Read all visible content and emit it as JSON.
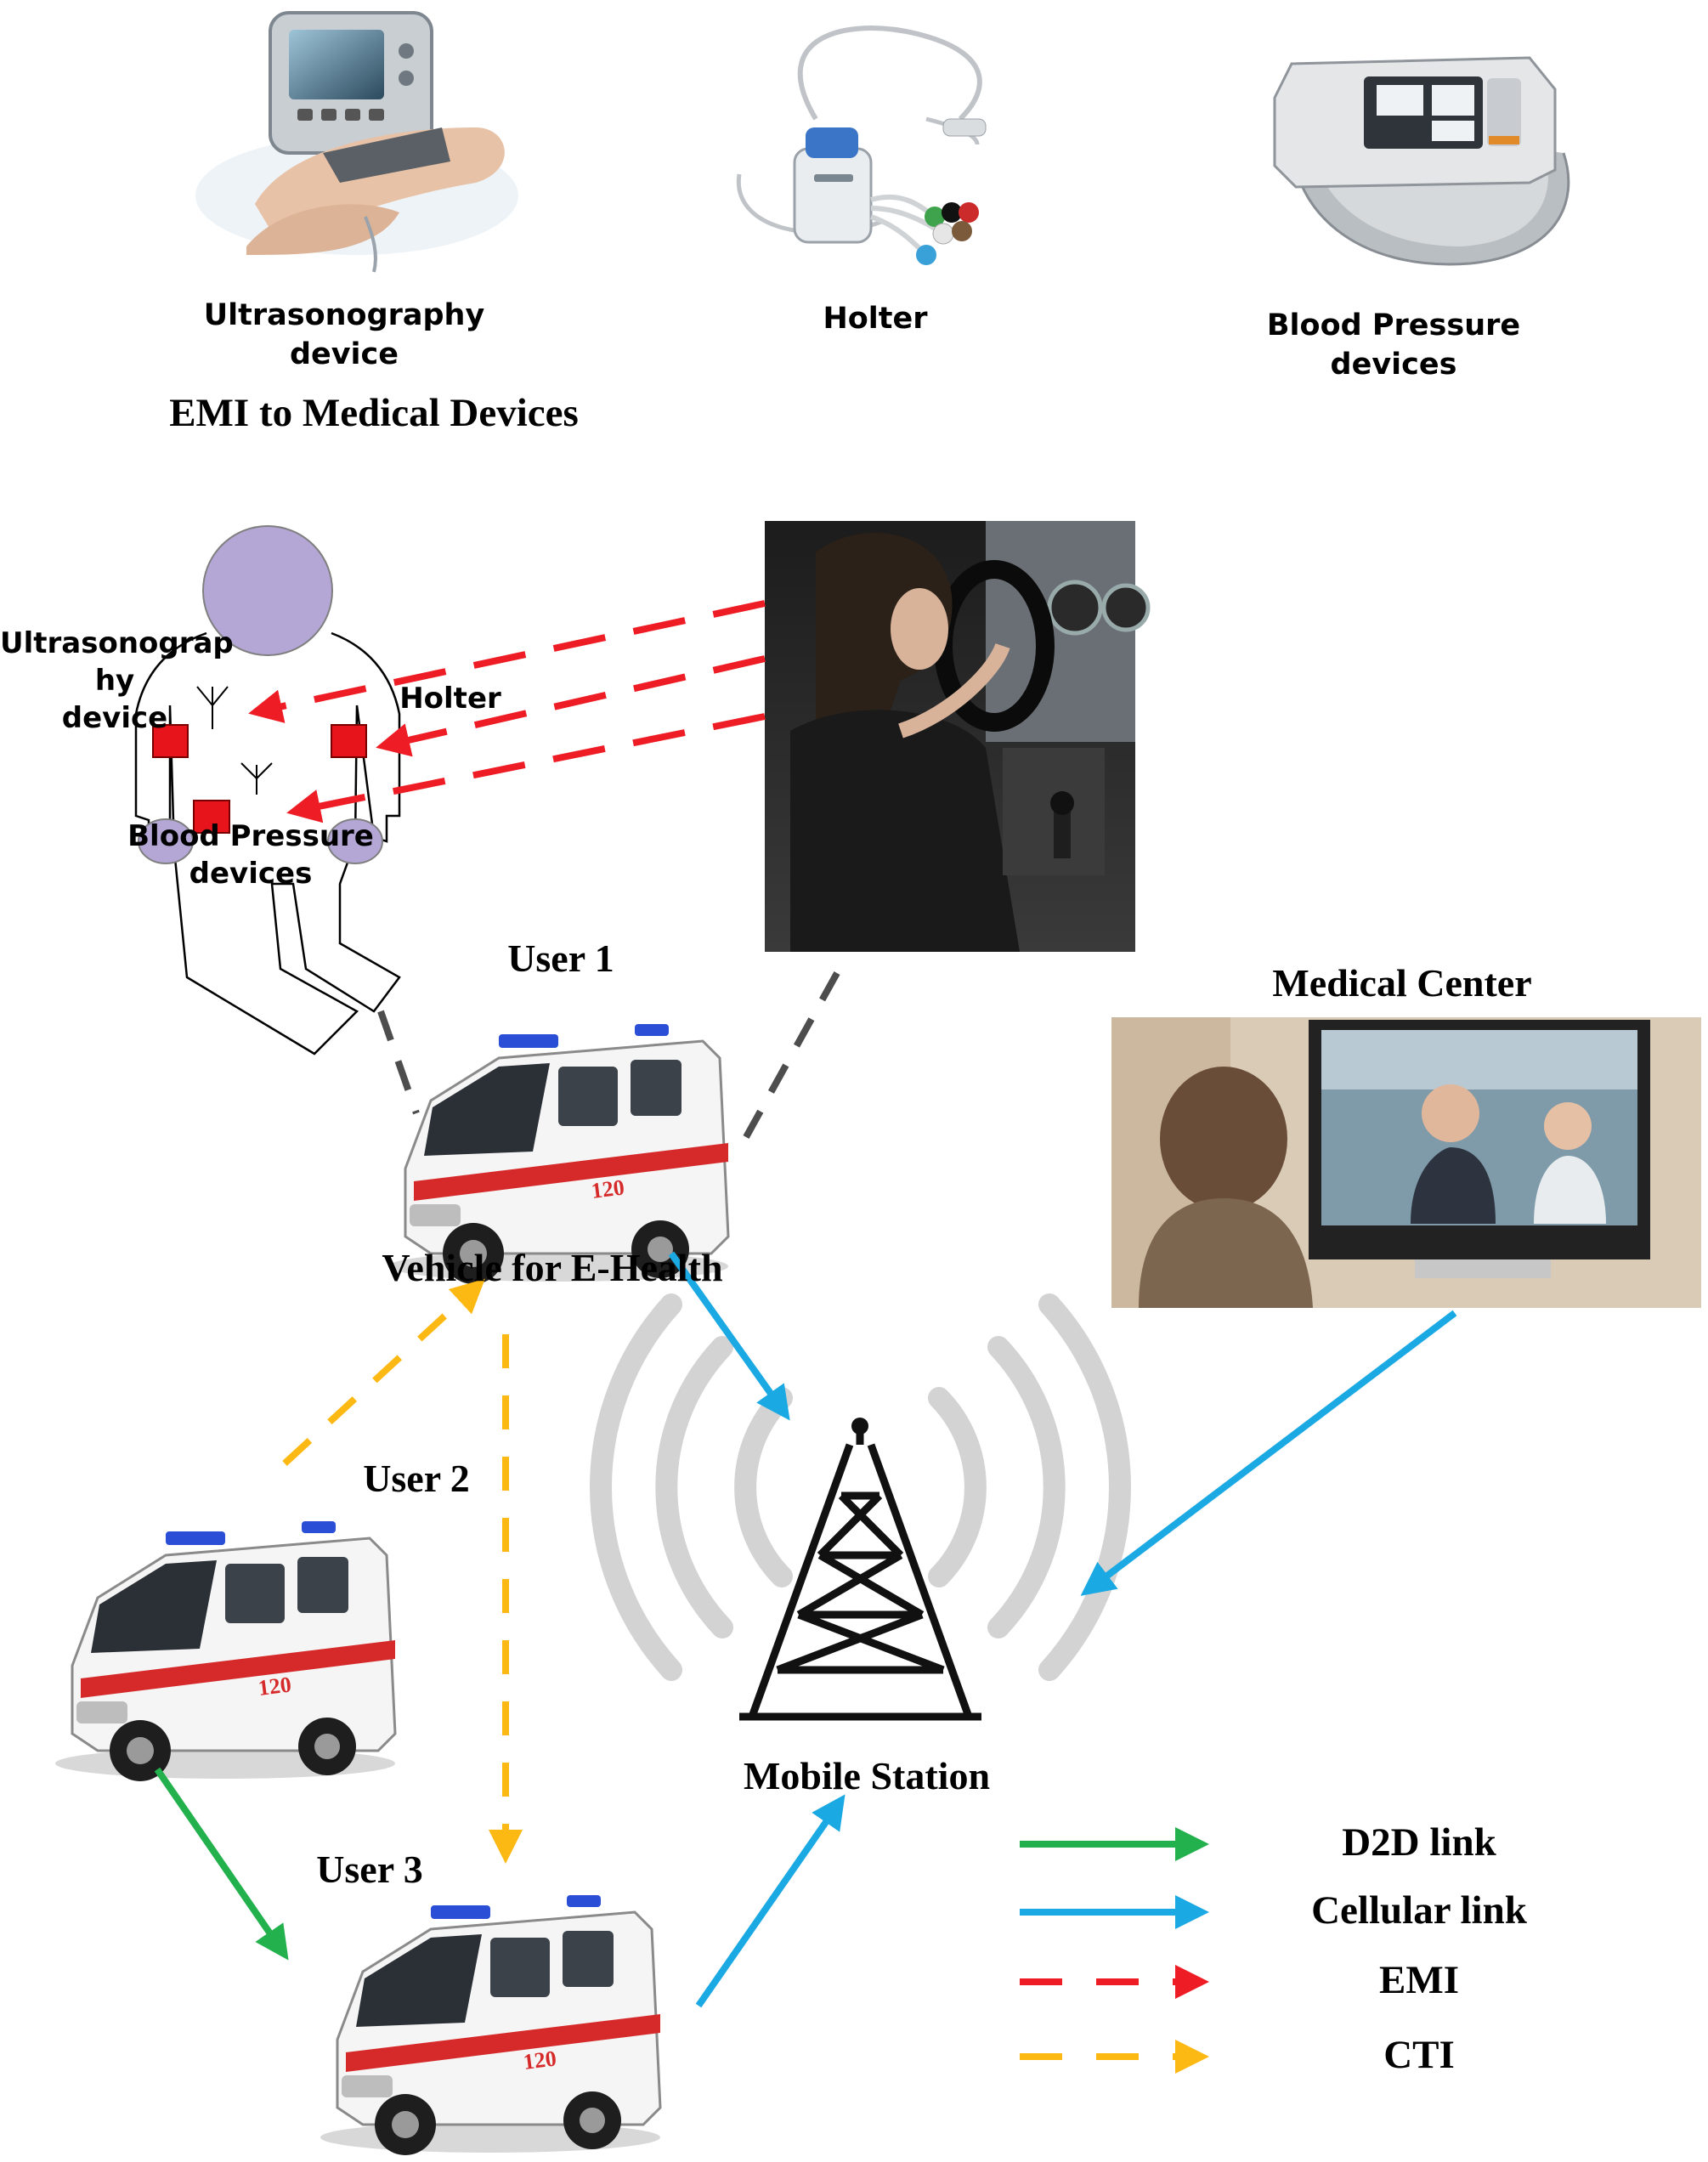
{
  "devices": {
    "ultrasonography": "Ultrasonography\ndevice",
    "holter": "Holter",
    "blood_pressure": "Blood Pressure\ndevices",
    "section_title": "EMI to Medical Devices"
  },
  "body_labels": {
    "ultrasonography": "Ultrasonograp\nhy\ndevice",
    "holter": "Holter",
    "blood_pressure": "Blood Pressure\ndevices"
  },
  "nodes": {
    "user1": "User 1",
    "vehicle": "Vehicle for E-Health",
    "medical_center": "Medical Center",
    "user2": "User 2",
    "user3": "User 3",
    "mobile_station": "Mobile Station"
  },
  "legend": [
    {
      "label": "D2D link",
      "style": "solid",
      "color": "#22b14c"
    },
    {
      "label": "Cellular link",
      "style": "solid",
      "color": "#1ba9e4"
    },
    {
      "label": "EMI",
      "style": "dashed",
      "color": "#ee1c24"
    },
    {
      "label": "CTI",
      "style": "dashed",
      "color": "#fdb913"
    }
  ],
  "colors": {
    "d2d": "#22b14c",
    "cellular": "#1ba9e4",
    "emi": "#ee1c24",
    "cti": "#fdb913",
    "head": "#b4a7d6",
    "sensor": "#e8141b",
    "dashed_gray": "#4d4d4d"
  },
  "icons": [
    "ultrasound-device-icon",
    "holter-device-icon",
    "blood-pressure-monitor-icon",
    "human-body-icon",
    "driver-photo-icon",
    "ambulance-icon",
    "video-call-photo-icon",
    "cell-tower-icon"
  ]
}
